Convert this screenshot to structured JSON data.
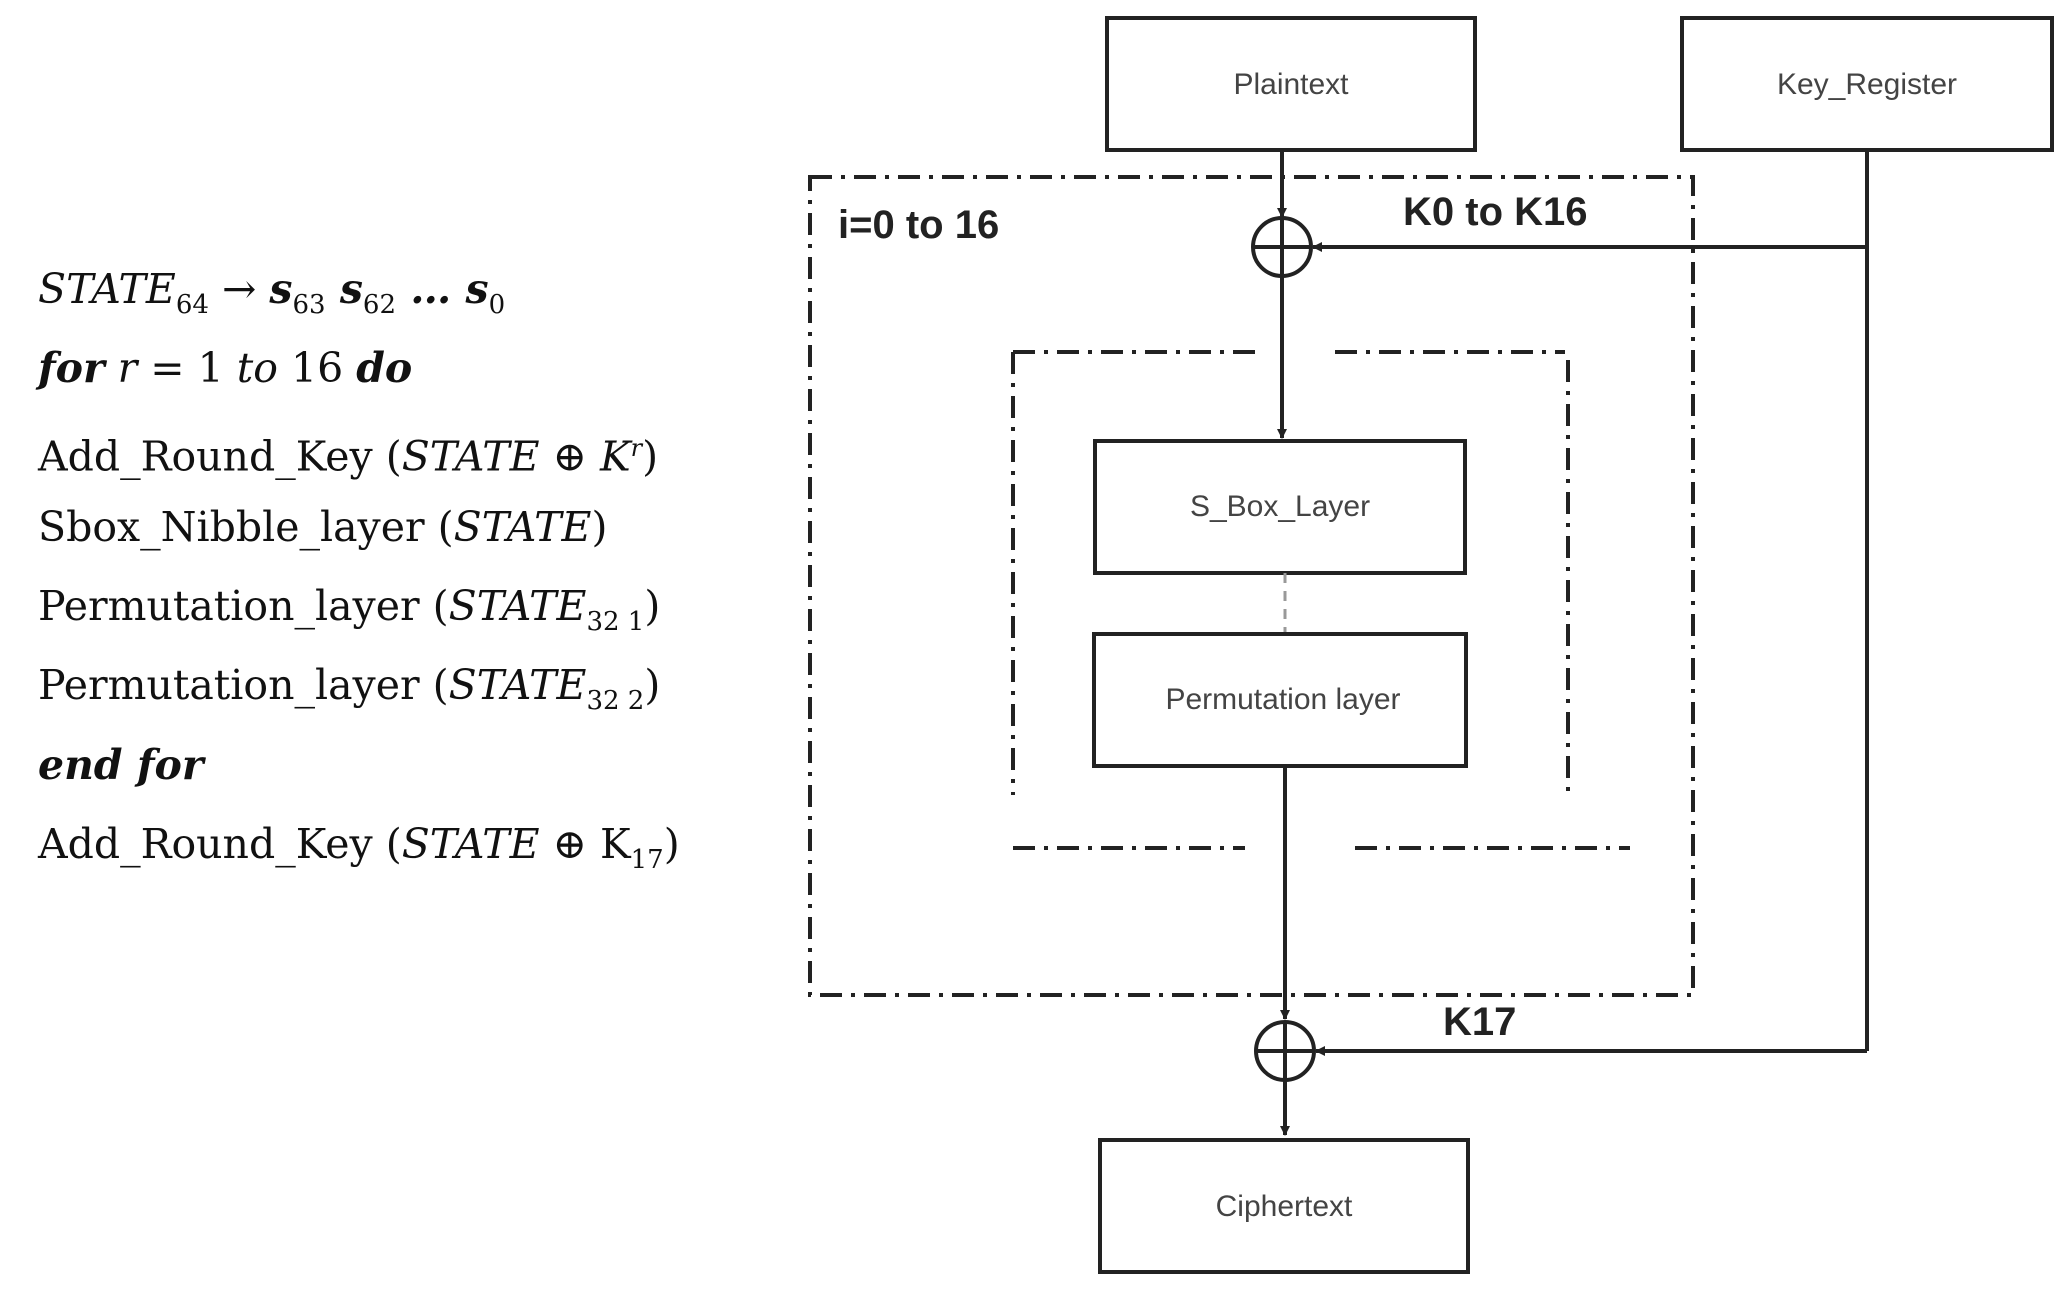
{
  "algorithm": {
    "line1": {
      "state": "STATE",
      "state_sub": "64",
      "arrow": " → ",
      "s1": "s",
      "s1_sub": "63",
      "s2": " s",
      "s2_sub": "62",
      "dots": " … s",
      "s3_sub": "0"
    },
    "line2": {
      "kw_for": "for",
      "var_r": " r",
      "eq": " = 1 ",
      "kw_to": "to",
      "num": " 16 ",
      "kw_do": "do"
    },
    "line3": {
      "func": "Add_Round_Key (",
      "state": "STATE",
      "op": " ⊕ ",
      "key": "K",
      "key_sup": "r",
      "close": ")"
    },
    "line4": {
      "func": "Sbox_Nibble_layer (",
      "state": "STATE",
      "close": ")"
    },
    "line5": {
      "func": "Permutation_layer (",
      "state": "STATE",
      "sub": "32 1",
      "close": ")"
    },
    "line6": {
      "func": "Permutation_layer (",
      "state": "STATE",
      "sub": "32 2",
      "close": ")"
    },
    "line7": {
      "text": "end for"
    },
    "line8": {
      "func": "Add_Round_Key (",
      "state": "STATE",
      "op": " ⊕ K",
      "sub": "17",
      "close": ")"
    }
  },
  "diagram": {
    "plaintext": "Plaintext",
    "key_register": "Key_Register",
    "loop_label": "i=0 to 16",
    "round_keys_label": "K0 to K16",
    "sbox_layer": "S_Box_Layer",
    "permutation_layer": "Permutation layer",
    "final_key_label": "K17",
    "ciphertext": "Ciphertext"
  }
}
